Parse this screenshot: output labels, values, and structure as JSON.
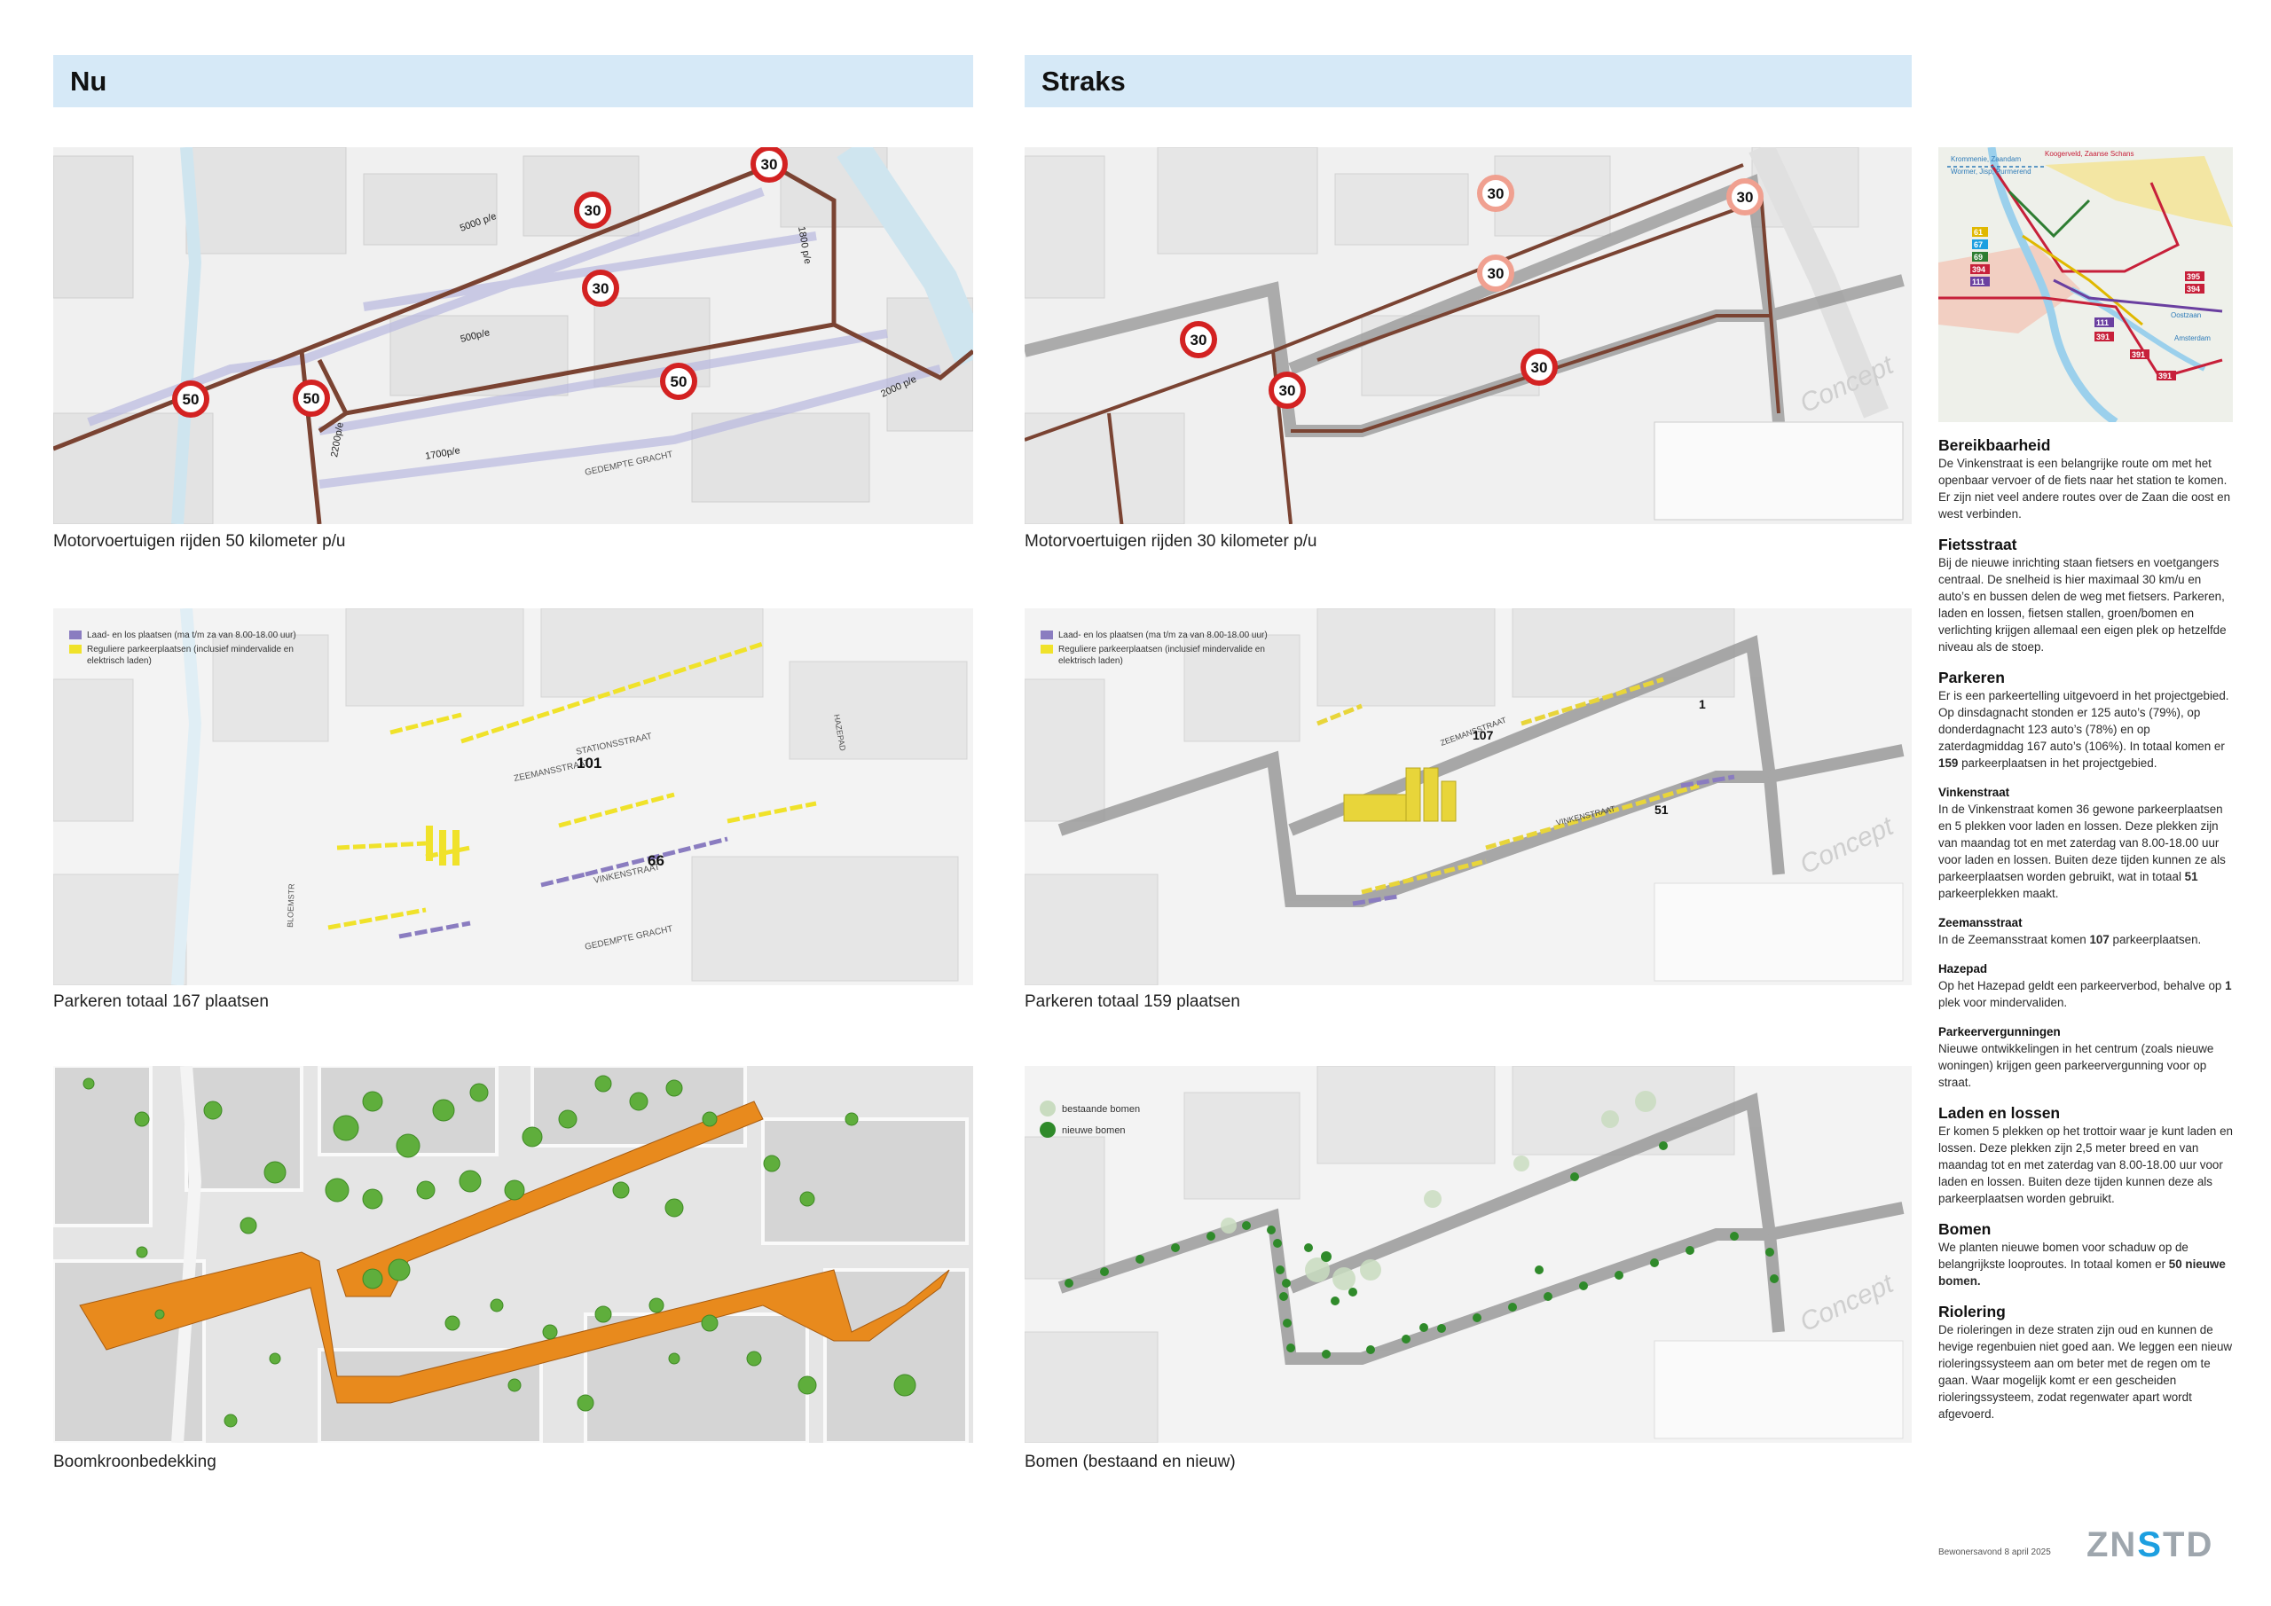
{
  "headers": {
    "now": "Nu",
    "later": "Straks"
  },
  "captions": {
    "now_speed": "Motorvoertuigen rijden 50 kilometer p/u",
    "now_parking": "Parkeren totaal 167 plaatsen",
    "now_trees": "Boomkroonbedekking",
    "later_speed": "Motorvoertuigen rijden 30 kilometer p/u",
    "later_parking": "Parkeren totaal 159 plaatsen",
    "later_trees": "Bomen (bestaand en nieuw)"
  },
  "speed_now": {
    "signs": [
      "50",
      "50",
      "50",
      "30",
      "30",
      "30"
    ],
    "flows": [
      "5000 p/e",
      "1800 p/e",
      "500p/e",
      "2200p/e",
      "1700p/e",
      "2000 p/e"
    ],
    "street_label": "GEDEMPTE GRACHT"
  },
  "speed_later": {
    "signs": [
      "30",
      "30",
      "30",
      "30",
      "30",
      "30"
    ],
    "watermark": "Concept"
  },
  "parking_legend": {
    "loading": "Laad- en los plaatsen (ma t/m za van 8.00-18.00 uur)",
    "regular": "Reguliere parkeerplaatsen (inclusief mindervalide en elektrisch laden)"
  },
  "parking_now": {
    "counts": [
      "101",
      "66"
    ],
    "streets": [
      "STATIONSSTRAAT",
      "ZEEMANSSTRAAT",
      "VINKENSTRAAT",
      "GEDEMPTE GRACHT",
      "BLOEMSTR",
      "HAZEPAD"
    ]
  },
  "parking_later": {
    "counts": [
      "107",
      "51",
      "1"
    ],
    "streets": [
      "ZEEMANSSTRAAT",
      "VINKENSTRAAT"
    ],
    "watermark": "Concept"
  },
  "trees_later": {
    "legend": [
      "bestaande bomen",
      "nieuwe bomen"
    ],
    "watermark": "Concept"
  },
  "overview": {
    "labels": [
      "Krommenie, Zaandam",
      "Wormer, Jisp, Purmerend",
      "Oostzaan",
      "Amsterdam",
      "Koogerveld, Zaanse Schans"
    ],
    "bus_lines": [
      "61",
      "67",
      "69",
      "394",
      "111",
      "395",
      "394",
      "391",
      "391",
      "391",
      "111"
    ]
  },
  "text": {
    "b_title": "Bereikbaarheid",
    "b_body": "De Vinkenstraat is een belangrijke route om met het openbaar vervoer of de fiets naar het station te komen. Er zijn niet veel andere routes over de Zaan die oost en west verbinden.",
    "f_title": "Fietsstraat",
    "f_body": "Bij de nieuwe inrichting staan fietsers en voetgangers centraal. De snelheid is hier maximaal 30 km/u en auto’s en bussen delen de weg met fietsers. Parkeren, laden en lossen, fietsen stallen, groen/bomen en verlichting krijgen allemaal een eigen plek op hetzelfde niveau als de stoep.",
    "p_title": "Parkeren",
    "p_body_a": "Er is een parkeertelling uitgevoerd in het projectgebied. Op dinsdagnacht stonden er 125 auto’s (79%), op donderdagnacht 123 auto’s (78%) en op zaterdagmiddag 167 auto’s (106%). In totaal komen er ",
    "p_num": "159",
    "p_body_b": " parkeerplaatsen in het projectgebied.",
    "v_title": "Vinkenstraat",
    "v_body_a": "In de Vinkenstraat komen 36 gewone parkeerplaatsen en 5 plekken voor laden en lossen. Deze plekken zijn van maandag tot en met zaterdag van 8.00-18.00 uur voor laden en lossen. Buiten deze tijden kunnen ze als parkeerplaatsen worden gebruikt, wat in totaal ",
    "v_num": "51",
    "v_body_b": " parkeerplekken maakt.",
    "z_title": "Zeemansstraat",
    "z_body_a": "In de Zeemansstraat komen ",
    "z_num": "107",
    "z_body_b": " parkeerplaatsen.",
    "h_title": "Hazepad",
    "h_body_a": "Op het Hazepad geldt een parkeerverbod, behalve op ",
    "h_num": "1",
    "h_body_b": " plek voor mindervaliden.",
    "pv_title": "Parkeervergunningen",
    "pv_body": "Nieuwe ontwikkelingen in het centrum (zoals nieuwe woningen) krijgen geen parkeervergunning voor op straat.",
    "l_title": "Laden en lossen",
    "l_body": "Er komen 5 plekken op het trottoir waar je kunt laden en lossen. Deze plekken zijn 2,5 meter breed en van maandag tot en met zaterdag van 8.00-18.00 uur voor laden en lossen. Buiten deze tijden kunnen deze als parkeerplaatsen worden gebruikt.",
    "bo_title": "Bomen",
    "bo_body": "We planten nieuwe bomen voor schaduw op de belangrijkste looproutes. In totaal komen er ",
    "bo_strong": "50 nieuwe bomen.",
    "r_title": "Riolering",
    "r_body": "De rioleringen in deze straten zijn oud en kunnen de hevige regenbuien niet goed aan. We leggen een nieuw rioleringssysteem aan om beter met de regen om te gaan. Waar mogelijk komt er een gescheiden rioleringssysteem, zodat regenwater apart wordt afgevoerd."
  },
  "footer": {
    "date": "Bewonersavond 8 april 2025",
    "logo_a": "ZN",
    "logo_b": "S",
    "logo_c": "TD"
  }
}
